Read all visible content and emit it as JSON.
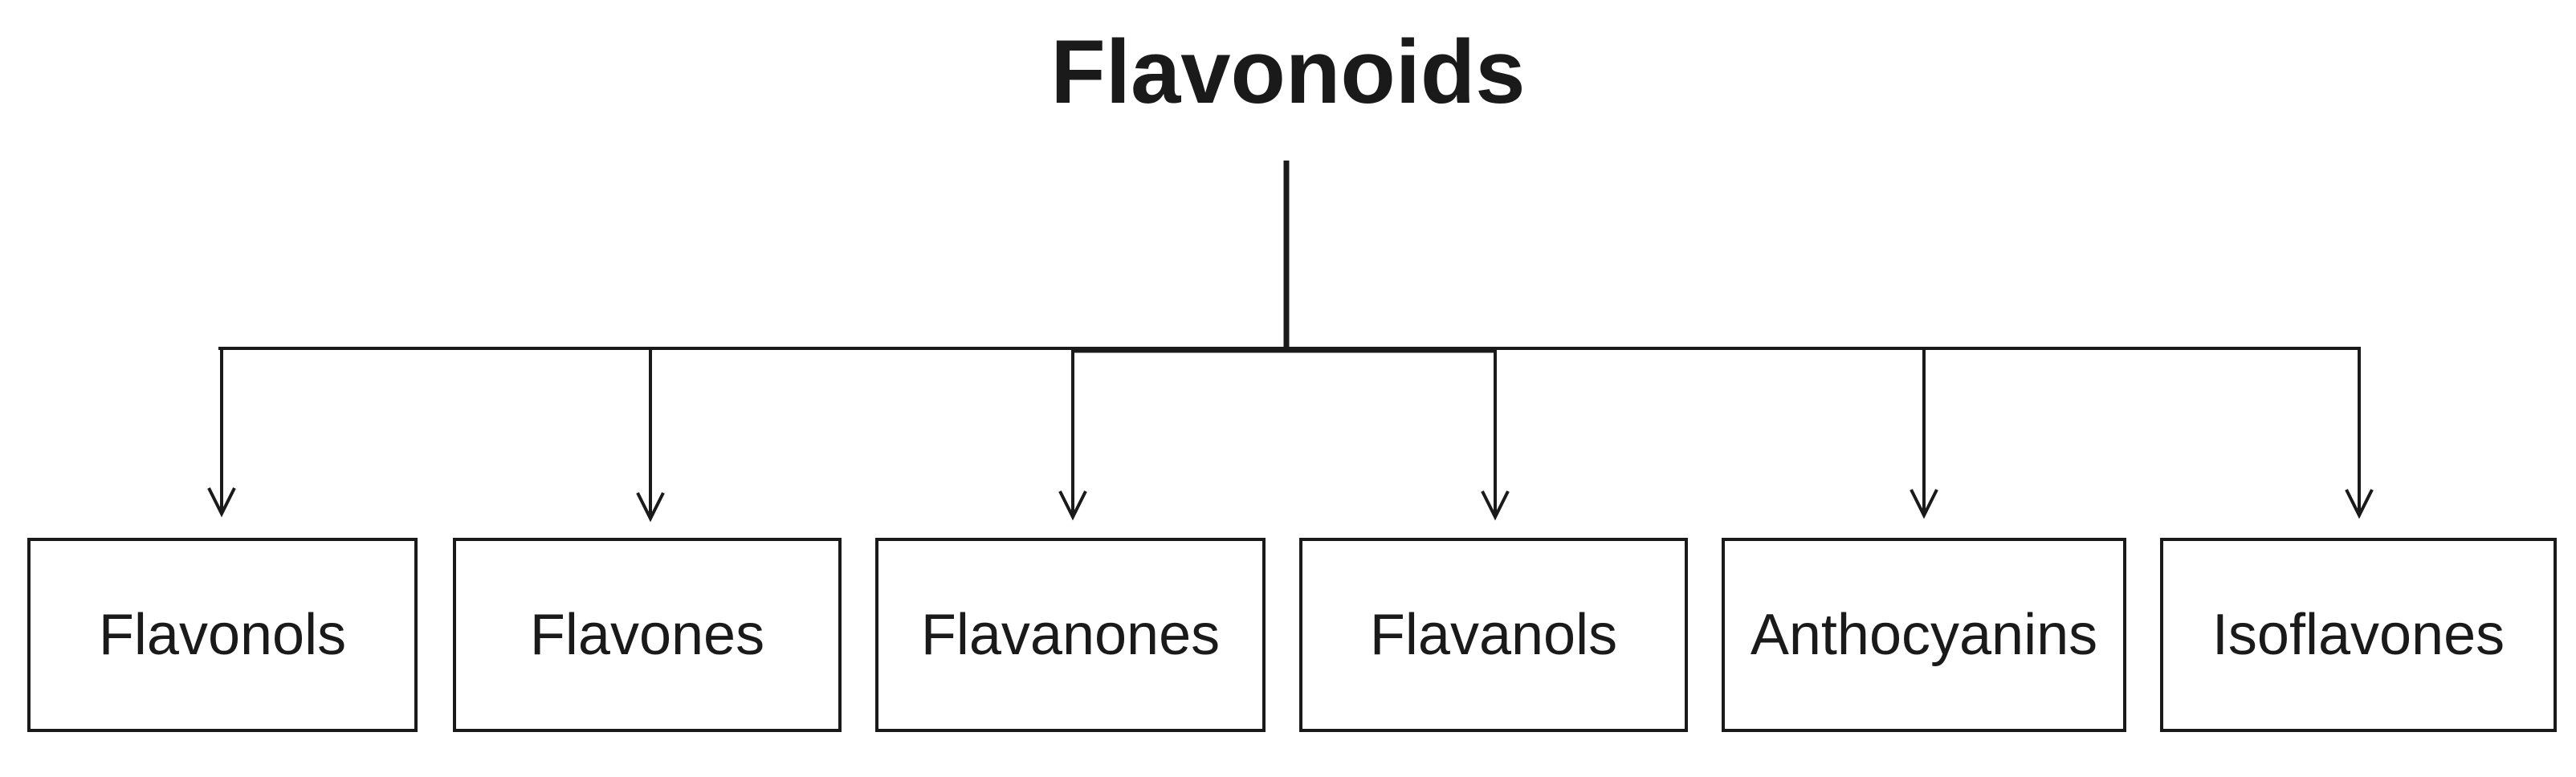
{
  "diagram": {
    "root": {
      "label": "Flavonoids"
    },
    "children": [
      {
        "label": "Flavonols"
      },
      {
        "label": "Flavones"
      },
      {
        "label": "Flavanones"
      },
      {
        "label": "Flavanols"
      },
      {
        "label": "Anthocyanins"
      },
      {
        "label": "Isoflavones"
      }
    ],
    "colors": {
      "line": "#1a1a1a",
      "text": "#1a1a1a",
      "background": "#ffffff"
    }
  }
}
